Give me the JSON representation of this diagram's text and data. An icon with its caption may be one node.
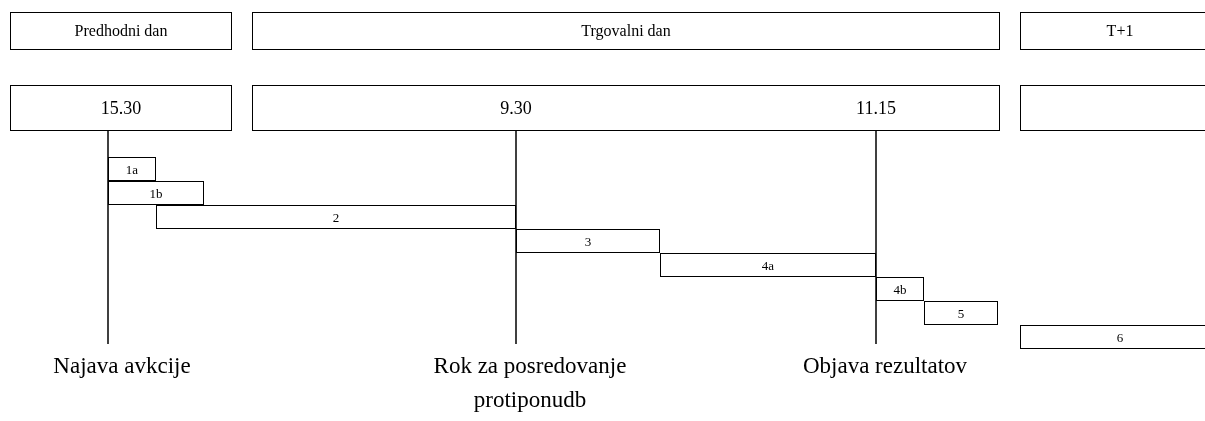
{
  "diagram": {
    "nodes": [
      {
        "text": [
          "Predhodni dan"
        ]
      },
      {
        "text": [
          "Trgovalni dan"
        ]
      },
      {
        "text": [
          "T+1"
        ]
      },
      {
        "text": [
          "15.30"
        ]
      },
      {
        "text": [
          "9.30",
          "11.15"
        ]
      },
      {
        "text": [],
        "shape": "box"
      },
      {
        "text": [
          "1a"
        ]
      },
      {
        "text": [
          "1b"
        ]
      },
      {
        "text": [
          "2"
        ]
      },
      {
        "text": [
          "3"
        ]
      },
      {
        "text": [
          "4a"
        ]
      },
      {
        "text": [
          "4b"
        ]
      },
      {
        "text": [
          "5"
        ]
      },
      {
        "text": [
          "6"
        ]
      }
    ],
    "edges": [],
    "labels": [
      "Najava avkcije",
      "Rok za posredovanje protiponudb",
      "Objava rezultatov"
    ]
  }
}
